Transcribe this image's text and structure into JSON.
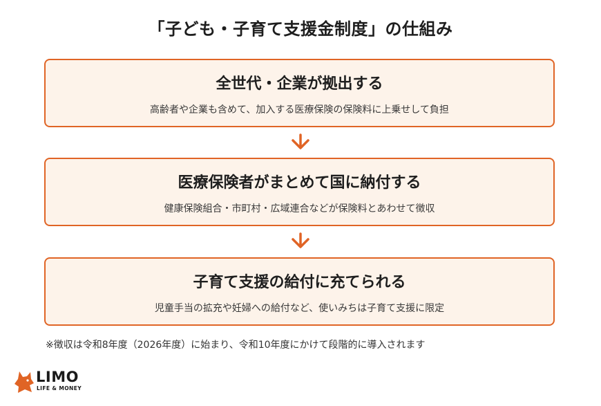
{
  "title": "「子ども・子育て支援金制度」の仕組み",
  "steps": [
    {
      "heading": "全世代・企業が拠出する",
      "description": "高齢者や企業も含めて、加入する医療保険の保険料に上乗せして負担"
    },
    {
      "heading": "医療保険者がまとめて国に納付する",
      "description": "健康保険組合・市町村・広域連合などが保険料とあわせて徴収"
    },
    {
      "heading": "子育て支援の給付に充てられる",
      "description": "児童手当の拡充や妊婦への給付など、使いみちは子育て支援に限定"
    }
  ],
  "note": "※徴収は令和8年度（2026年度）に始まり、令和10年度にかけて段階的に導入されます",
  "logo": {
    "name": "LIMO",
    "tagline": "LIFE & MONEY",
    "icon": "fox-mascot-icon"
  },
  "colors": {
    "accent": "#e06425",
    "box_fill": "#fdf3ea",
    "text": "#1e1e1e"
  }
}
